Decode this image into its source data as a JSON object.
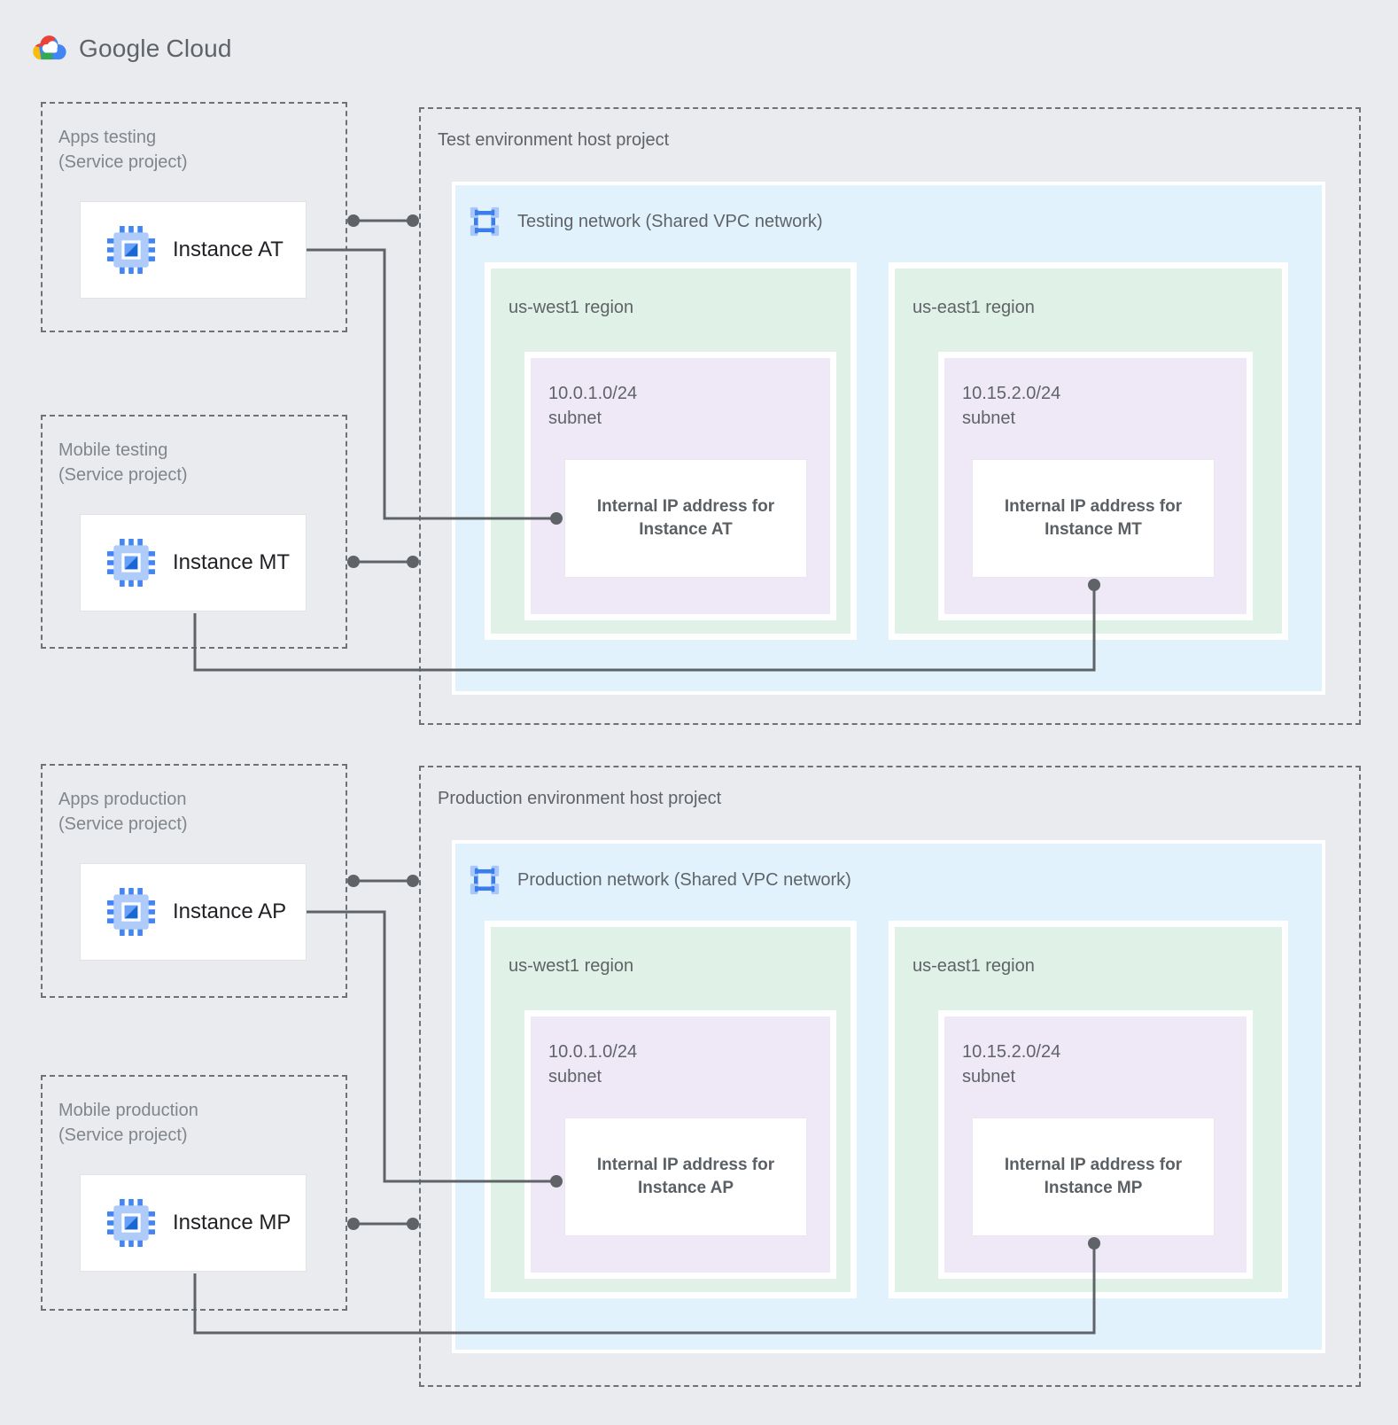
{
  "logo": {
    "brand": "Google",
    "product": "Cloud"
  },
  "service_projects": [
    {
      "title_line1": "Apps testing",
      "title_line2": "(Service project)",
      "instance_label": "Instance AT"
    },
    {
      "title_line1": "Mobile testing",
      "title_line2": "(Service project)",
      "instance_label": "Instance MT"
    },
    {
      "title_line1": "Apps production",
      "title_line2": "(Service project)",
      "instance_label": "Instance AP"
    },
    {
      "title_line1": "Mobile production",
      "title_line2": "(Service project)",
      "instance_label": "Instance MP"
    }
  ],
  "host_projects": [
    {
      "title": "Test environment host project",
      "network_label": "Testing network (Shared VPC network)",
      "regions": [
        {
          "name": "us-west1 region",
          "subnet_cidr": "10.0.1.0/24",
          "subnet_word": "subnet",
          "ip_line1": "Internal IP address for",
          "ip_line2": "Instance AT"
        },
        {
          "name": "us-east1 region",
          "subnet_cidr": "10.15.2.0/24",
          "subnet_word": "subnet",
          "ip_line1": "Internal IP address for",
          "ip_line2": "Instance MT"
        }
      ]
    },
    {
      "title": "Production environment host project",
      "network_label": "Production network (Shared VPC network)",
      "regions": [
        {
          "name": "us-west1 region",
          "subnet_cidr": "10.0.1.0/24",
          "subnet_word": "subnet",
          "ip_line1": "Internal IP address for",
          "ip_line2": "Instance AP"
        },
        {
          "name": "us-east1 region",
          "subnet_cidr": "10.15.2.0/24",
          "subnet_word": "subnet",
          "ip_line1": "Internal IP address for",
          "ip_line2": "Instance MP"
        }
      ]
    }
  ],
  "icons": {
    "logo": "google-cloud-logo",
    "instance": "compute-engine-icon",
    "network": "vpc-network-icon"
  },
  "colors": {
    "canvas_bg": "#E9EBEE",
    "network_bg": "#E1F2FC",
    "region_bg": "#E0F1E7",
    "subnet_bg": "#EFE9F7",
    "box_bg": "#FFFFFF",
    "dashed_border": "#6E7276",
    "connector": "#5F6368",
    "text_muted": "#80868B",
    "text_default": "#5F6368",
    "instance_text": "#202124",
    "google_blue": "#4285F4",
    "google_red": "#EA4335",
    "google_yellow": "#FBBC04",
    "google_green": "#34A853"
  }
}
